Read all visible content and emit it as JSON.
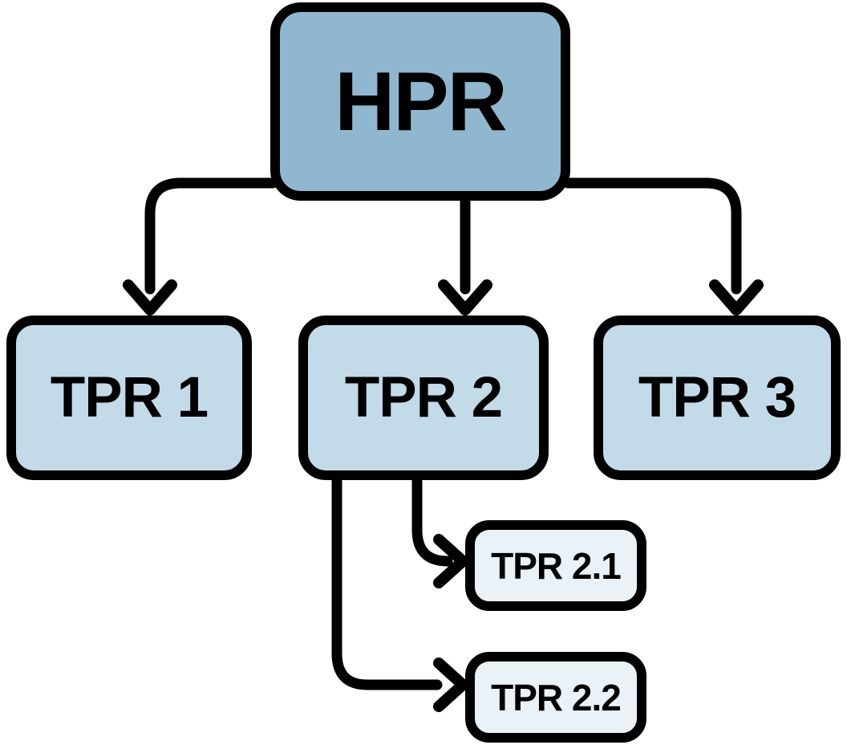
{
  "diagram": {
    "background": "#ffffff",
    "stroke_color": "#000000",
    "nodes": {
      "root": {
        "label": "HPR",
        "fill": "#8fb8d0"
      },
      "children": [
        {
          "label": "TPR 1",
          "fill": "#c3dbe9"
        },
        {
          "label": "TPR 2",
          "fill": "#c3dbe9"
        },
        {
          "label": "TPR 3",
          "fill": "#c3dbe9"
        }
      ],
      "grandchildren": [
        {
          "label": "TPR 2.1",
          "fill": "#eaf2f8"
        },
        {
          "label": "TPR 2.2",
          "fill": "#eaf2f8"
        }
      ]
    },
    "edges": [
      {
        "from": "HPR",
        "to": "TPR 1"
      },
      {
        "from": "HPR",
        "to": "TPR 2"
      },
      {
        "from": "HPR",
        "to": "TPR 3"
      },
      {
        "from": "TPR 2",
        "to": "TPR 2.1"
      },
      {
        "from": "TPR 2",
        "to": "TPR 2.2"
      }
    ]
  }
}
